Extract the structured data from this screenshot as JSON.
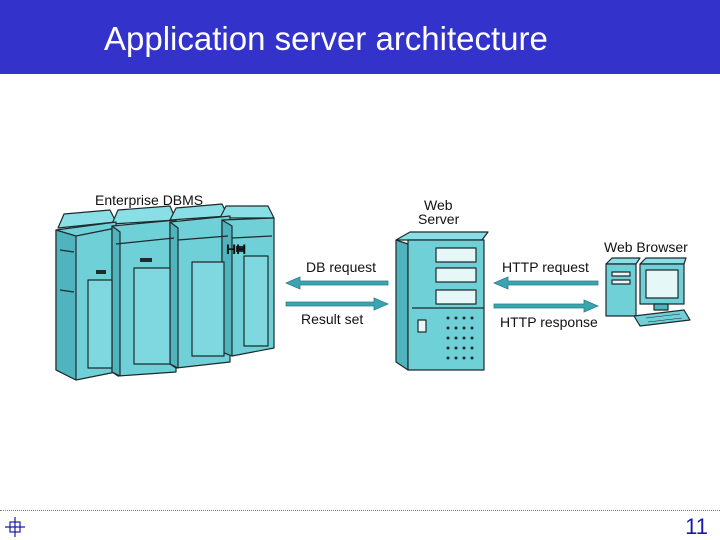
{
  "slide": {
    "title": "Application server architecture",
    "page_number": "11"
  },
  "diagram": {
    "dbms_label": "Enterprise DBMS",
    "web_server_label_line1": "Web",
    "web_server_label_line2": "Server",
    "browser_label": "Web Browser",
    "db_request_label": "DB request",
    "result_set_label": "Result set",
    "http_request_label": "HTTP request",
    "http_response_label": "HTTP response",
    "hh_marking": "HH"
  },
  "colors": {
    "title_bar": "#3333cc",
    "equipment": "#6fd0d8",
    "arrow": "#3aa5b0",
    "page_number": "#1a1aa8"
  },
  "icons": {
    "corner": "crosshair-square-icon"
  }
}
